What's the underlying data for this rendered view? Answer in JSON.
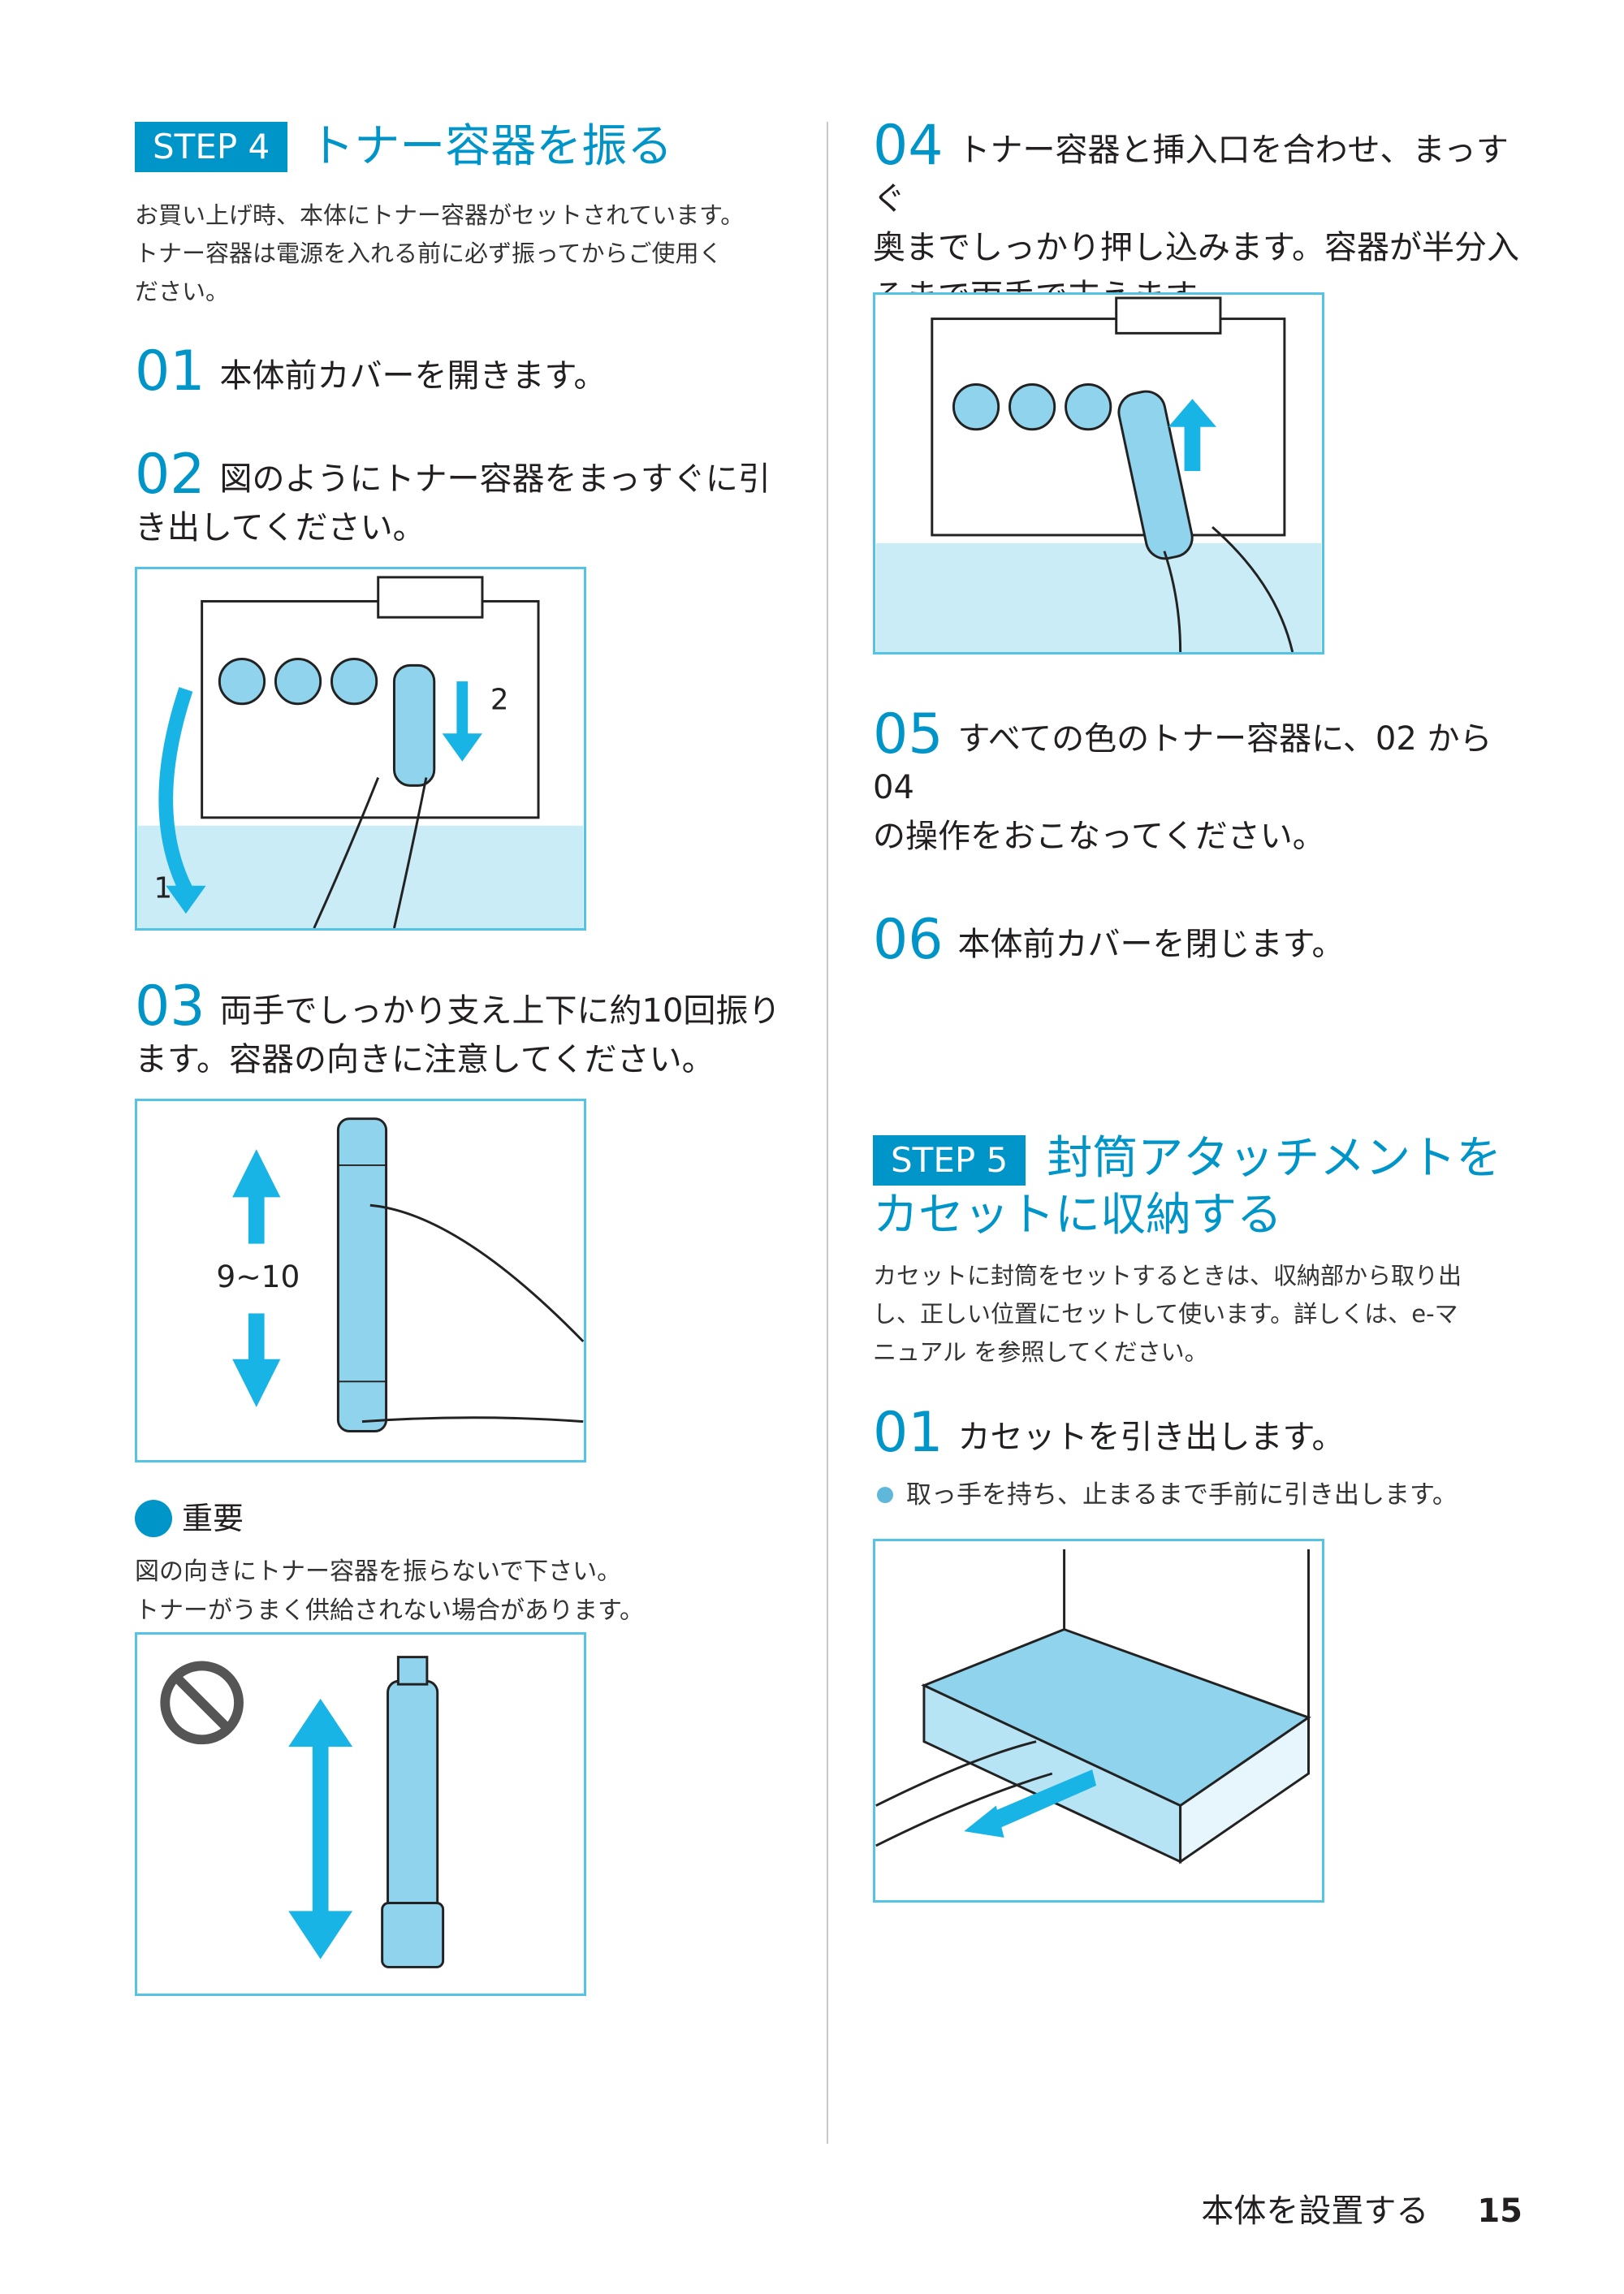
{
  "step4": {
    "badge": "STEP 4",
    "title": "トナー容器を振る",
    "intro": [
      "お買い上げ時、本体にトナー容器がセットされています。",
      "トナー容器は電源を入れる前に必ず振ってからご使用く",
      "ださい。"
    ],
    "steps": [
      {
        "num": "01",
        "lines": [
          "本体前カバーを開きます。"
        ]
      },
      {
        "num": "02",
        "lines": [
          "図のようにトナー容器をまっすぐに引",
          "き出してください。"
        ]
      },
      {
        "num": "03",
        "lines": [
          "両手でしっかり支え上下に約10回振り",
          "ます。容器の向きに注意してください。"
        ]
      },
      {
        "num": "04",
        "lines": [
          "トナー容器と挿入口を合わせ、まっすぐ",
          "奥までしっかり押し込みます。容器が半分入",
          "るまで両手で支えます。"
        ]
      },
      {
        "num": "05",
        "lines": [
          "すべての色のトナー容器に、02 から 04",
          "の操作をおこなってください。"
        ]
      },
      {
        "num": "06",
        "lines": [
          "本体前カバーを閉じます。"
        ]
      }
    ],
    "fig_labels": {
      "arrow1": "1",
      "arrow2": "2",
      "shake": "9~10"
    },
    "important": {
      "label": "重要",
      "lines": [
        "図の向きにトナー容器を振らないで下さい。",
        "トナーがうまく供給されない場合があります。"
      ]
    }
  },
  "step5": {
    "badge": "STEP 5",
    "title_lines": [
      "封筒アタッチメントを",
      "カセットに収納する"
    ],
    "intro": [
      "カセットに封筒をセットするときは、収納部から取り出",
      "し、正しい位置にセットして使います。詳しくは、e-マ",
      "ニュアル を参照してください。"
    ],
    "step01": {
      "num": "01",
      "lines": [
        "カセットを引き出します。"
      ]
    },
    "bullet": "取っ手を持ち、止まるまで手前に引き出します。"
  },
  "footer": {
    "section": "本体を設置する",
    "page": "15"
  },
  "colors": {
    "accent": "#0095c8",
    "figure_border": "#55c3e6",
    "toner": "#8fd3ec"
  }
}
